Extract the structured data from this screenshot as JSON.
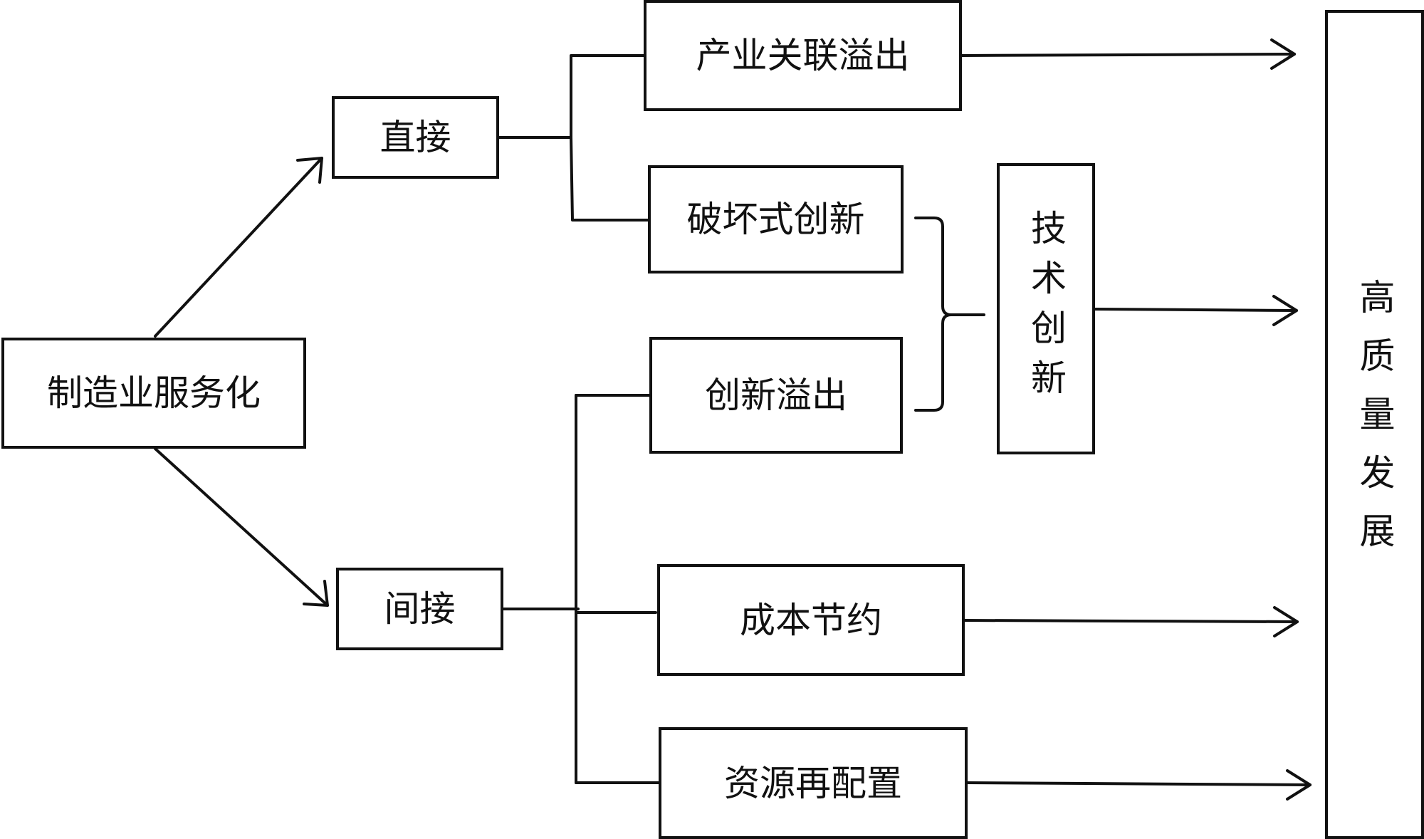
{
  "nodes": {
    "source": "制造业服务化",
    "direct": "直接",
    "indirect": "间接",
    "industry_linkage": "产业关联溢出",
    "disruptive_innovation": "破坏式创新",
    "innovation_spillover": "创新溢出",
    "tech_innovation": "技术创新",
    "cost_saving": "成本节约",
    "resource_reallocation": "资源再配置",
    "high_quality_development": "高质量发展"
  }
}
